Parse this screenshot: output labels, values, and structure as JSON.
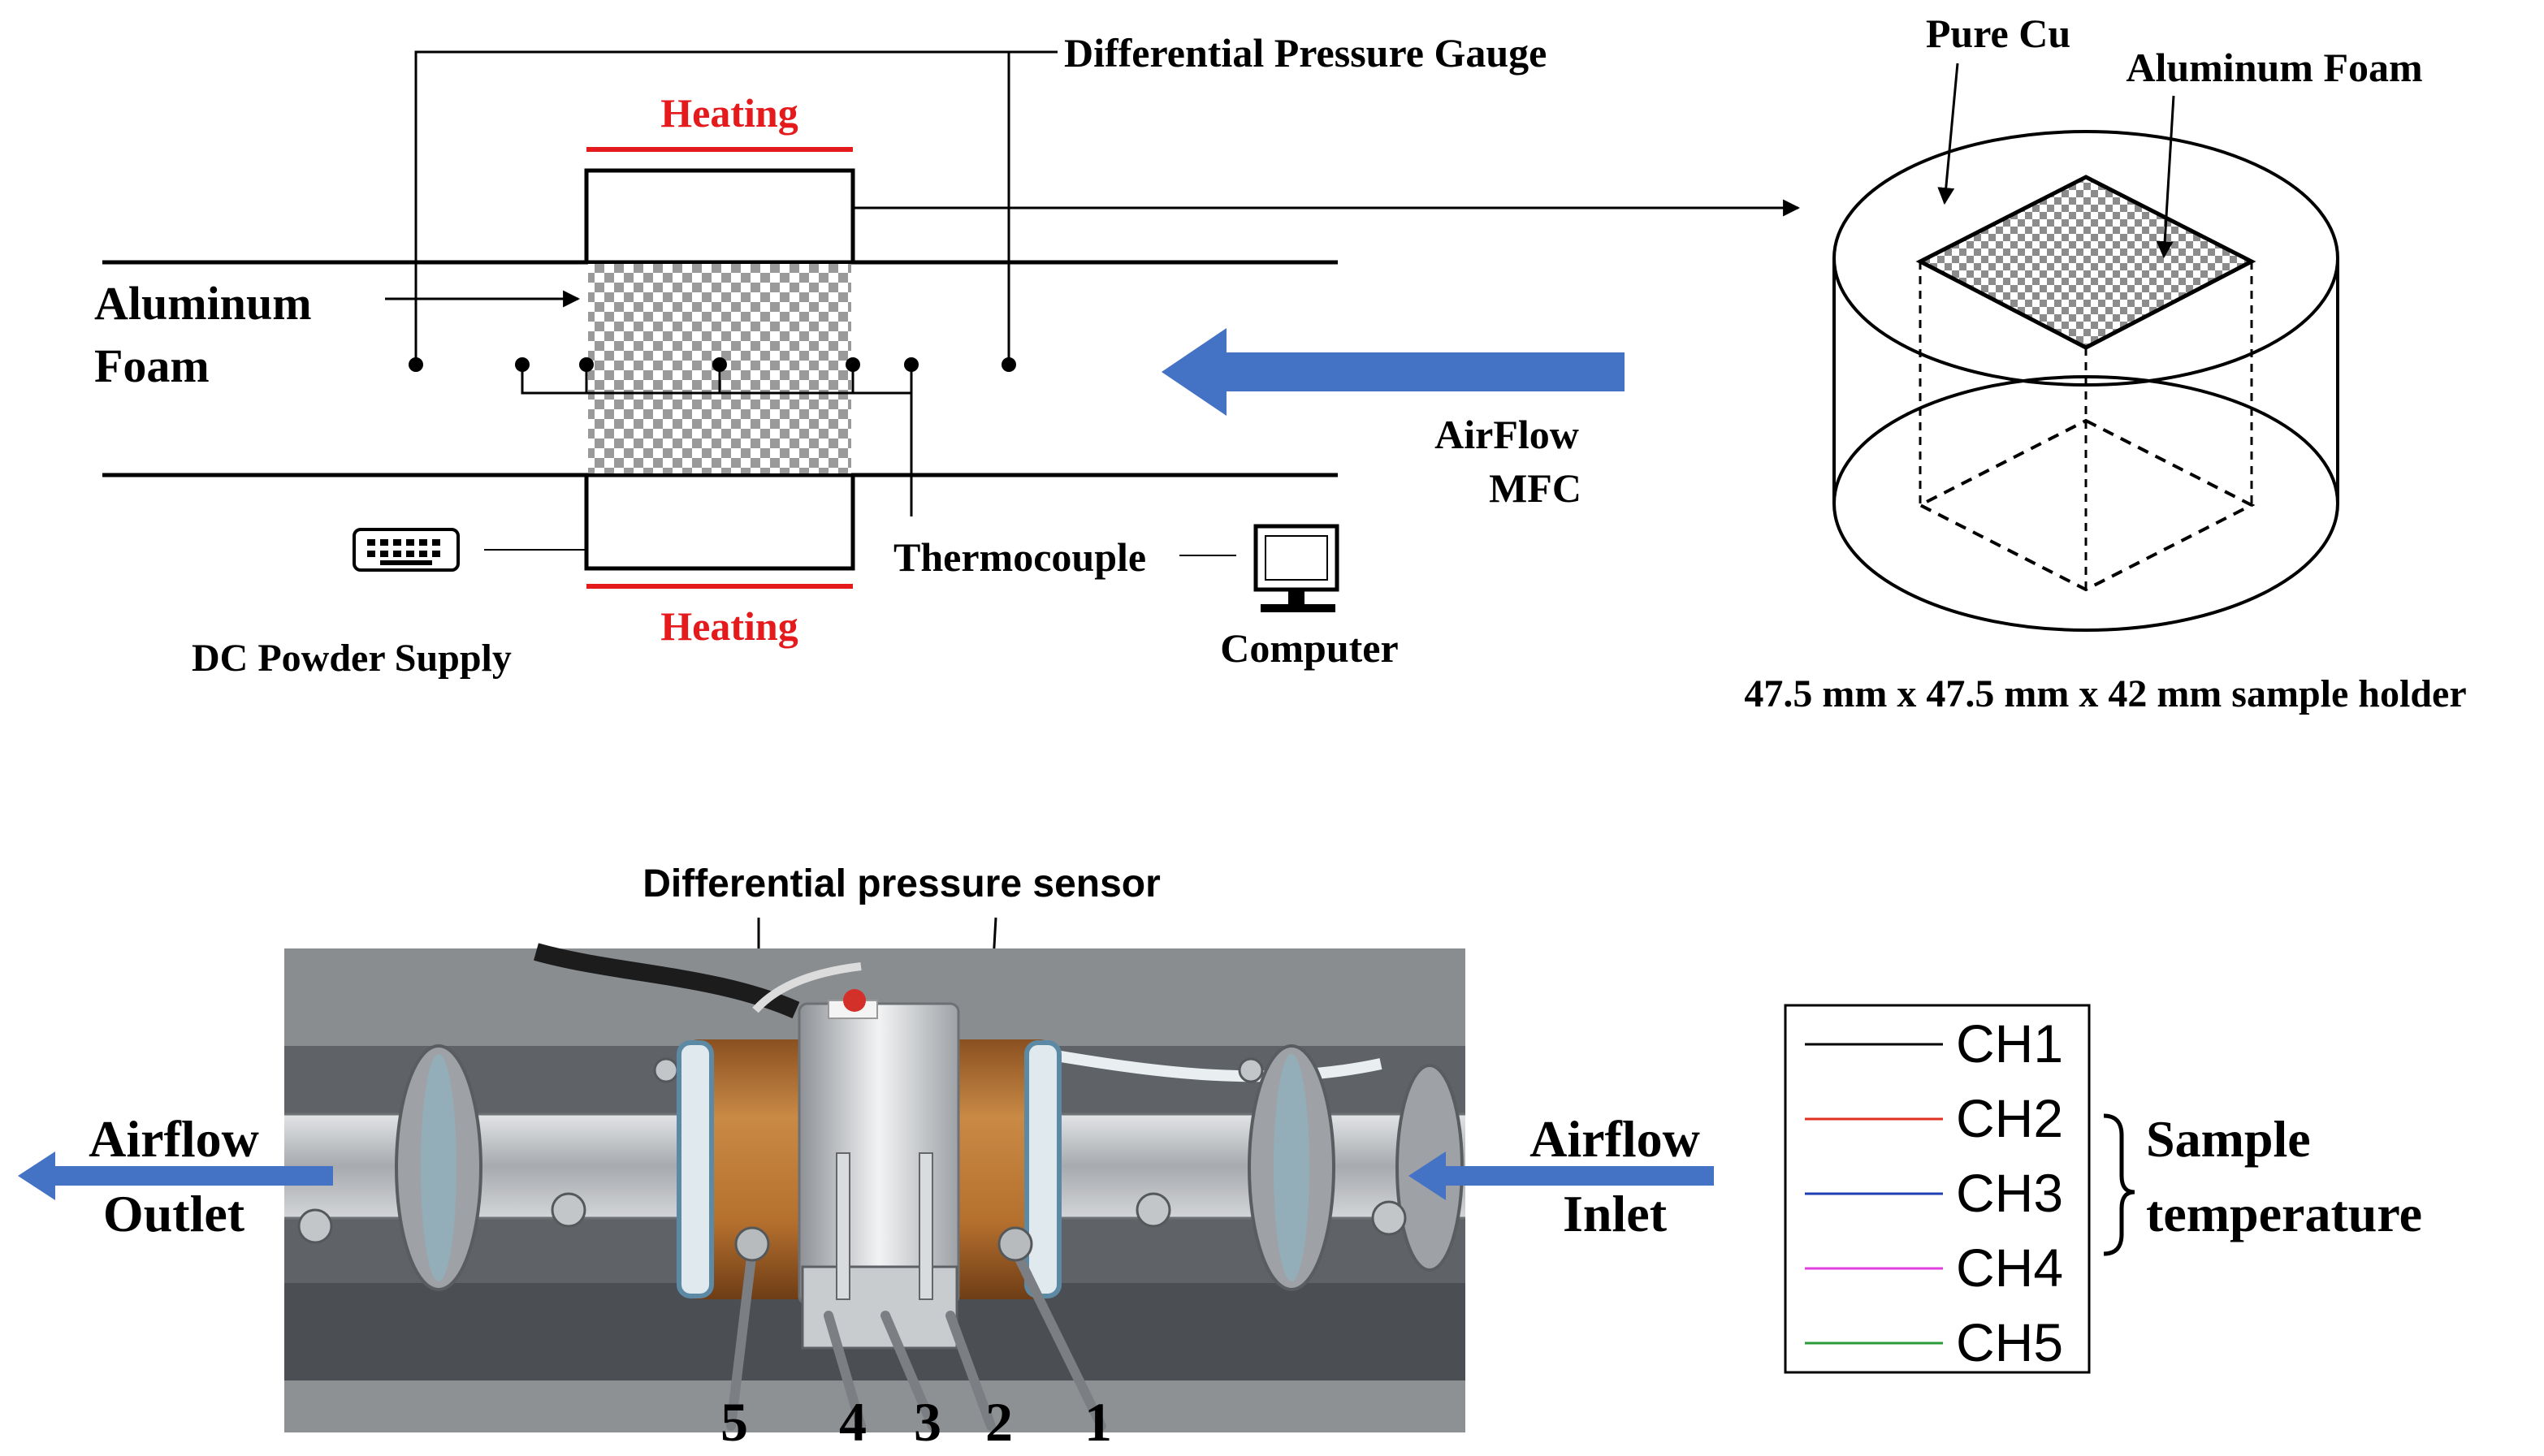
{
  "schematic": {
    "differential_pressure_gauge": "Differential Pressure Gauge",
    "heating_top": "Heating",
    "heating_bottom": "Heating",
    "aluminum_foam_line1": "Aluminum",
    "aluminum_foam_line2": "Foam",
    "airflow_line1": "AirFlow",
    "airflow_line2": "MFC",
    "thermocouple": "Thermocouple",
    "computer": "Computer",
    "dc_supply": "DC Powder Supply",
    "colors": {
      "heating": "#e41a1c",
      "arrow": "#4472c4",
      "line": "#000000"
    }
  },
  "sample_holder": {
    "pure_cu": "Pure Cu",
    "aluminum_foam": "Aluminum Foam",
    "caption": "47.5 mm x 47.5 mm x 42 mm sample holder"
  },
  "photo": {
    "sensor_label": "Differential pressure sensor",
    "outlet_line1": "Airflow",
    "outlet_line2": "Outlet",
    "inlet_line1": "Airflow",
    "inlet_line2": "Inlet",
    "channel_numbers": [
      "5",
      "4",
      "3",
      "2",
      "1"
    ],
    "colors": {
      "copper": "#b5702e",
      "steel": "#b9bcc0",
      "background": "#5f6266"
    }
  },
  "legend": {
    "entries": [
      {
        "name": "CH1",
        "color": "#000000"
      },
      {
        "name": "CH2",
        "color": "#e03020"
      },
      {
        "name": "CH3",
        "color": "#1f3fb0"
      },
      {
        "name": "CH4",
        "color": "#e040e0"
      },
      {
        "name": "CH5",
        "color": "#2a9a3a"
      }
    ],
    "group_line1": "Sample",
    "group_line2": "temperature"
  }
}
